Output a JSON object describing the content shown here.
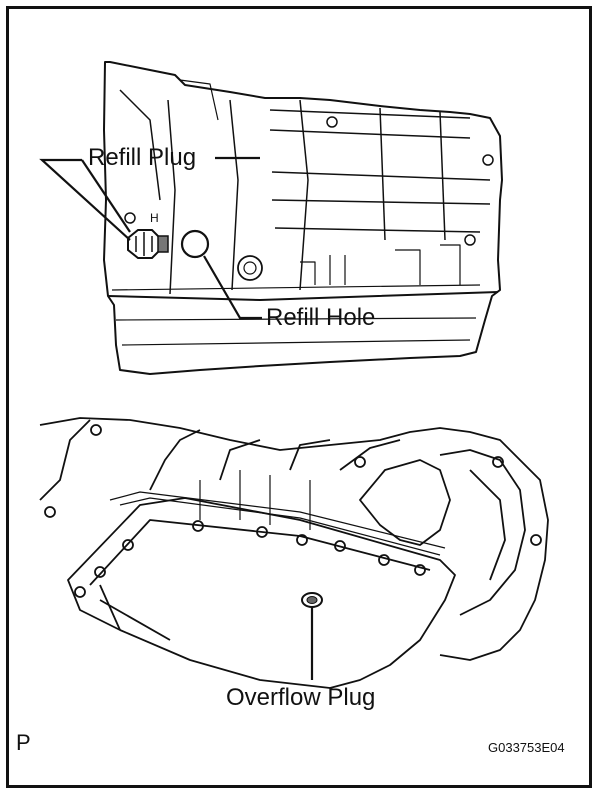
{
  "labels": {
    "refill_plug": "Refill Plug",
    "refill_hole": "Refill Hole",
    "overflow_plug": "Overflow Plug",
    "corner_mark": "P",
    "figure_code": "G033753E04"
  },
  "colors": {
    "ink": "#111111",
    "paper": "#ffffff",
    "shade": "#6b6b6b"
  }
}
